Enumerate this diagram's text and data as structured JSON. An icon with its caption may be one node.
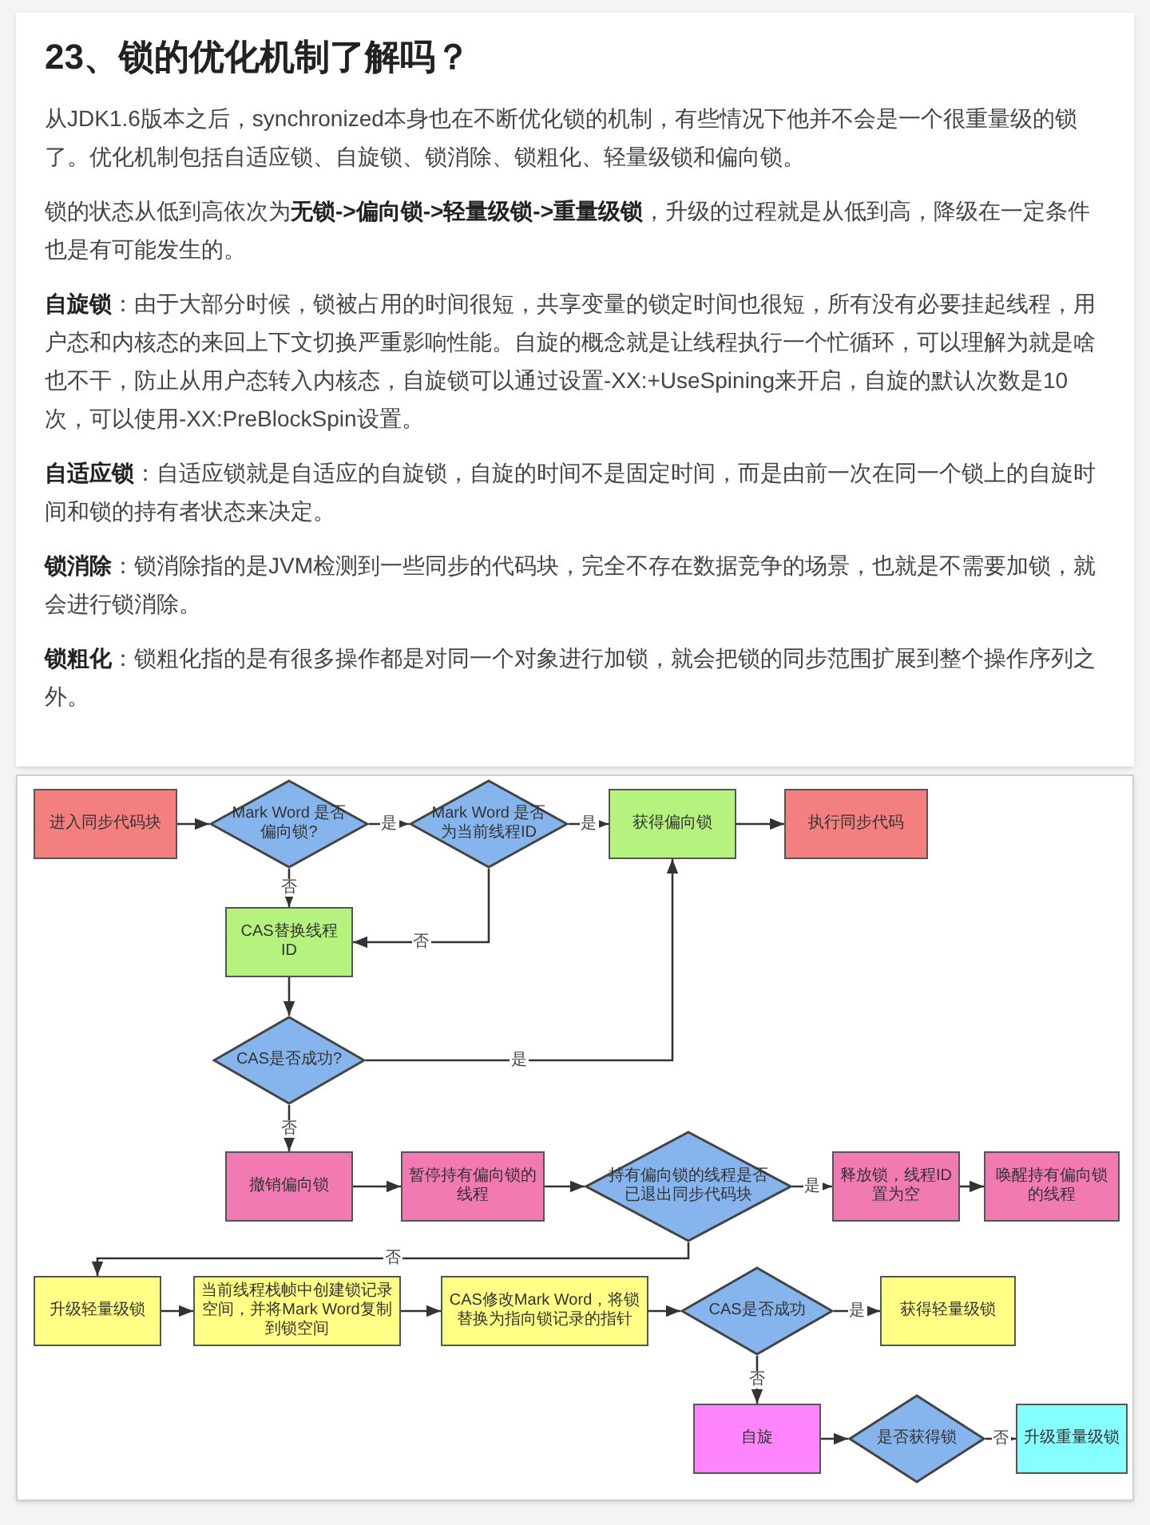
{
  "diagram": {
    "title": "23、锁的优化机制了解吗？",
    "nodes": [
      {
        "text": [
          "进入同步代码块"
        ]
      },
      {
        "text": [
          "Mark Word 是否偏向锁?"
        ]
      },
      {
        "text": [
          "Mark Word 是否为当前线程ID"
        ]
      },
      {
        "text": [
          "获得偏向锁"
        ]
      },
      {
        "text": [
          "执行同步代码"
        ]
      },
      {
        "text": [
          "CAS替换线程ID"
        ]
      },
      {
        "text": [
          "CAS是否成功?"
        ]
      },
      {
        "text": [
          "撤销偏向锁"
        ]
      },
      {
        "text": [
          "暂停持有偏向锁的线程"
        ]
      },
      {
        "text": [
          "持有偏向锁的线程是否已退出同步代码块"
        ]
      },
      {
        "text": [
          "释放锁，线程ID置为空"
        ]
      },
      {
        "text": [
          "唤醒持有偏向锁的线程"
        ]
      },
      {
        "text": [
          "升级轻量级锁"
        ]
      },
      {
        "text": [
          "当前线程栈帧中创建锁记录空间，并将Mark Word复制到锁空间"
        ]
      },
      {
        "text": [
          "CAS修改Mark Word，将锁替换为指向锁记录的指针"
        ]
      },
      {
        "text": [
          "CAS是否成功"
        ]
      },
      {
        "text": [
          "获得轻量级锁"
        ]
      },
      {
        "text": [
          "自旋"
        ]
      },
      {
        "text": [
          "是否获得锁"
        ]
      },
      {
        "text": [
          "升级重量级锁"
        ]
      }
    ],
    "edges": [
      {
        "from": 0,
        "to": 1,
        "arrow": "to"
      },
      {
        "from": 1,
        "to": 2,
        "arrow": "to",
        "label": "是"
      },
      {
        "from": 2,
        "to": 3,
        "arrow": "to",
        "label": "是"
      },
      {
        "from": 3,
        "to": 4,
        "arrow": "to"
      },
      {
        "from": 1,
        "to": 5,
        "arrow": "to",
        "label": "否"
      },
      {
        "from": 2,
        "to": 5,
        "arrow": "to",
        "label": "否"
      },
      {
        "from": 5,
        "to": 6,
        "arrow": "to"
      },
      {
        "from": 6,
        "to": 3,
        "arrow": "to",
        "label": "是"
      },
      {
        "from": 6,
        "to": 7,
        "arrow": "to",
        "label": "否"
      },
      {
        "from": 7,
        "to": 8,
        "arrow": "to"
      },
      {
        "from": 8,
        "to": 9,
        "arrow": "to"
      },
      {
        "from": 9,
        "to": 10,
        "arrow": "to",
        "label": "是"
      },
      {
        "from": 10,
        "to": 11,
        "arrow": "to"
      },
      {
        "from": 9,
        "to": 12,
        "arrow": "to",
        "label": "否"
      },
      {
        "from": 12,
        "to": 13,
        "arrow": "to"
      },
      {
        "from": 13,
        "to": 14,
        "arrow": "to"
      },
      {
        "from": 14,
        "to": 15,
        "arrow": "to"
      },
      {
        "from": 15,
        "to": 16,
        "arrow": "to",
        "label": "是"
      },
      {
        "from": 15,
        "to": 17,
        "arrow": "to",
        "label": "否"
      },
      {
        "from": 17,
        "to": 18,
        "arrow": "to"
      },
      {
        "from": 18,
        "to": 19,
        "arrow": "to",
        "label": "否"
      }
    ],
    "labels": [
      "从JDK1.6版本之后，synchronized本身也在不断优化锁的机制，有些情况下他并不会是一个很重量级的锁了。优化机制包括自适应锁、自旋锁、锁消除、锁粗化、轻量级锁和偏向锁。",
      "锁的状态从低到高依次为**无锁->偏向锁->轻量级锁->重量级锁**，升级的过程就是从低到高，降级在一定条件也是有可能发生的。",
      "**自旋锁**：由于大部分时候，锁被占用的时间很短，共享变量的锁定时间也很短，所有没有必要挂起线程，用户态和内核态的来回上下文切换严重影响性能。自旋的概念就是让线程执行一个忙循环，可以理解为就是啥也不干，防止从用户态转入内核态，自旋锁可以通过设置-XX:+UseSpining来开启，自旋的默认次数是10次，可以使用-XX:PreBlockSpin设置。",
      "**自适应锁**：自适应锁就是自适应的自旋锁，自旋的时间不是固定时间，而是由前一次在同一个锁上的自旋时间和锁的持有者状态来决定。",
      "**锁消除**：锁消除指的是JVM检测到一些同步的代码块，完全不存在数据竞争的场景，也就是不需要加锁，就会进行锁消除。",
      "**锁粗化**：锁粗化指的是有很多操作都是对同一个对象进行加锁，就会把锁的同步范围扩展到整个操作序列之外。"
    ]
  }
}
